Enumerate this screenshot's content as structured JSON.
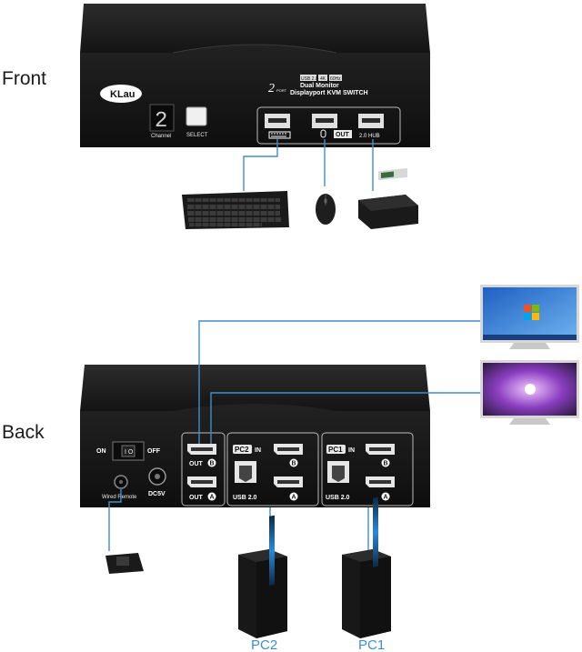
{
  "labels": {
    "front": "Front",
    "back": "Back"
  },
  "front_panel": {
    "brand": "KLau",
    "banner_line1_tags": [
      "USB 2.0",
      "4K",
      "60Hz"
    ],
    "banner_port_count": "2",
    "banner_port_word": "PORT",
    "banner_line2": "Dual Monitor",
    "banner_line3": "Displayport KVM SWITCH",
    "channel_display_value": "2",
    "channel_label": "Channel",
    "select_label": "SELECT",
    "usb_port_label_out": "OUT",
    "usb_port_label_hub": "2.0 HUB"
  },
  "back_panel": {
    "power_on": "ON",
    "power_off": "OFF",
    "dc_label": "DC5V",
    "wired_remote_label": "Wired Remote",
    "out_b_label": "OUT",
    "out_b_letter": "B",
    "out_a_label": "OUT",
    "out_a_letter": "A",
    "pc2_tag": "PC2",
    "pc2_in": "IN",
    "pc1_tag": "PC1",
    "pc1_in": "IN",
    "port_b_letter": "B",
    "port_a_letter": "A",
    "usb_label": "USB 2.0"
  },
  "computers": {
    "pc2": "PC2",
    "pc1": "PC1"
  },
  "colors": {
    "device_body": "#1c1c1c",
    "connector_line": "#3f8fc8",
    "pc_label": "#3a8fd0"
  }
}
